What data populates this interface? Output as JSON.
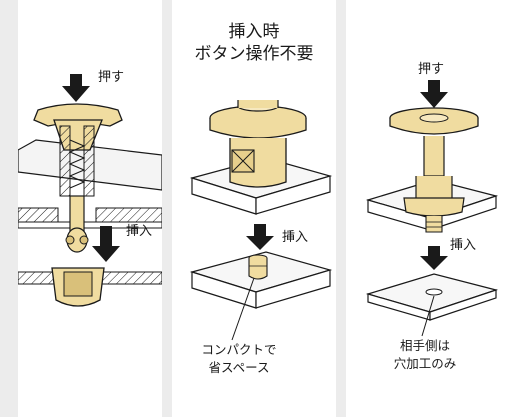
{
  "colors": {
    "brass": "#f0dca0",
    "brass_dark": "#d9c07a",
    "outline": "#1a1a1a",
    "bg": "#ececec",
    "panel": "#ffffff"
  },
  "panels": [
    {
      "push_label": "押す",
      "insert_label": "挿入"
    },
    {
      "title_line1": "挿入時",
      "title_line2": "ボタン操作不要",
      "insert_label": "挿入",
      "caption_line1": "コンパクトで",
      "caption_line2": "省スペース"
    },
    {
      "push_label": "押す",
      "insert_label": "挿入",
      "caption_line1": "相手側は",
      "caption_line2": "穴加工のみ"
    }
  ]
}
